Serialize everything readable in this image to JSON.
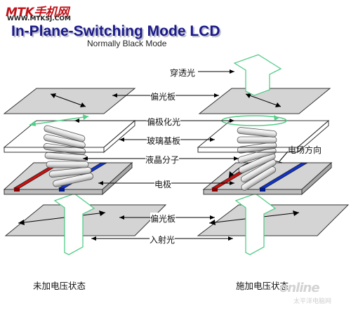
{
  "header": {
    "logo_text": "MTK手机网",
    "logo_url": "WWW.MTKSJ.COM",
    "title": "In-Plane-Switching Mode LCD",
    "subtitle": "Normally Black Mode"
  },
  "labels": {
    "transmitted_light": "穿透光",
    "polarizer_top": "偏光板",
    "polarized_light": "偏极化光",
    "glass_substrate": "玻璃基板",
    "lc_molecule": "液晶分子",
    "electrode": "电极",
    "polarizer_bottom": "偏光板",
    "incident_light": "入射光",
    "field_direction": "电场方向"
  },
  "captions": {
    "left": "未加电压状态",
    "right": "施加电压状态"
  },
  "watermark": {
    "brand": "online",
    "sub": "太平洋电脑网"
  },
  "colors": {
    "title": "#1a1a8a",
    "logo": "#c0141a",
    "arrow_green": "#55cc88",
    "plate_gray": "#d4d4d4",
    "electrode_red": "#cc1111",
    "electrode_blue": "#1133cc"
  }
}
